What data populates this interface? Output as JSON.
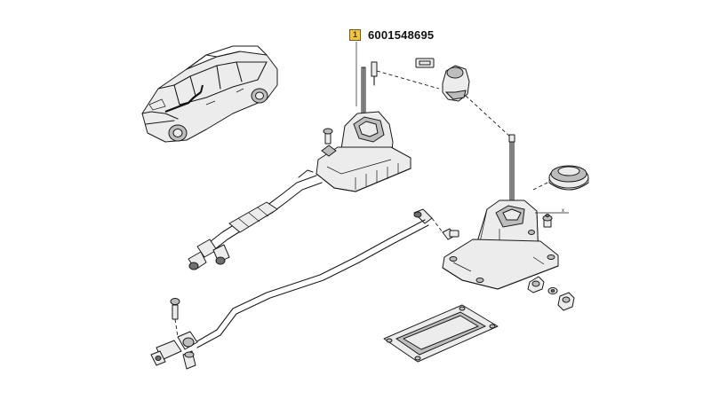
{
  "callout": {
    "badge": "1",
    "part_number": "6001548695"
  },
  "labels": {
    "x_mark": "x"
  },
  "colors": {
    "badge_fill": "#f3c53a",
    "line": "#1a1a1a",
    "background": "#ffffff"
  }
}
